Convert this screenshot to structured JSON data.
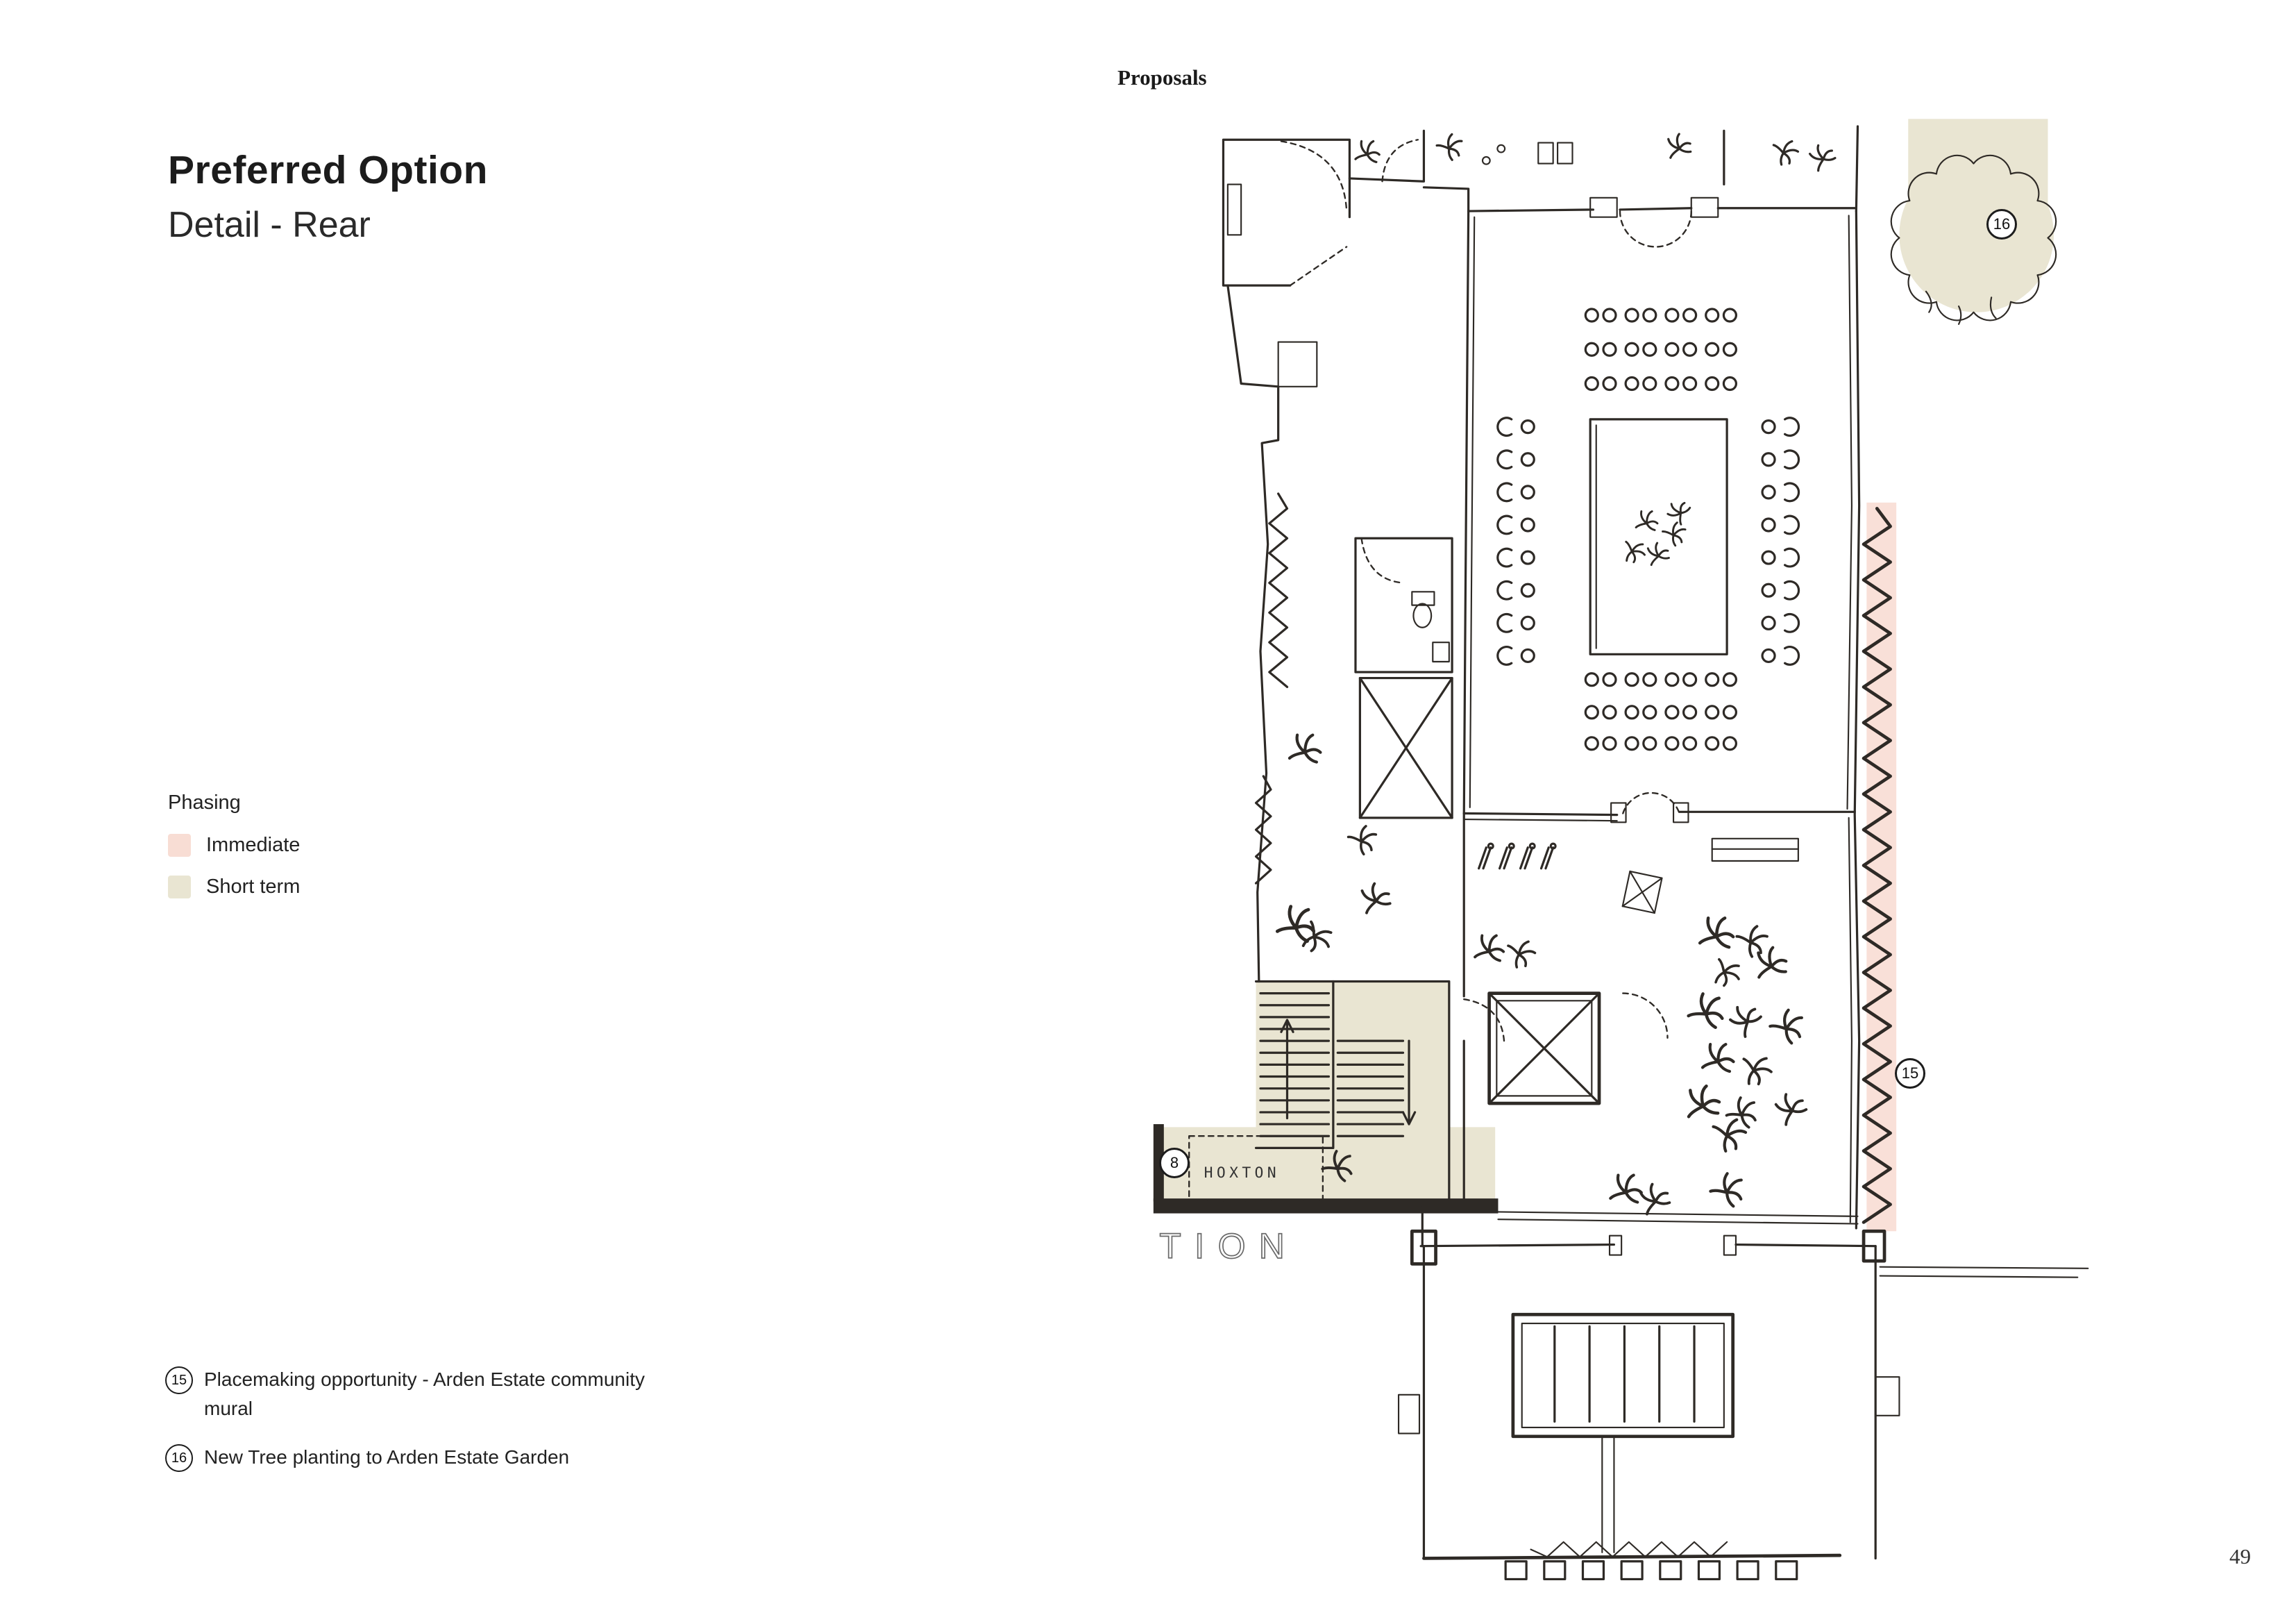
{
  "page": {
    "header": "Proposals",
    "number": "49"
  },
  "title": {
    "line1": "Preferred Option",
    "line2": "Detail - Rear"
  },
  "legend": {
    "title": "Phasing",
    "items": [
      {
        "label": "Immediate",
        "color": "#f8ddd4"
      },
      {
        "label": "Short term",
        "color": "#e9e5d2"
      }
    ]
  },
  "annotations": [
    {
      "number": "15",
      "text": "Placemaking opportunity - Arden Estate community mural"
    },
    {
      "number": "16",
      "text": "New Tree planting to Arden Estate Garden"
    }
  ],
  "plan": {
    "markers": [
      {
        "number": "8"
      },
      {
        "number": "15"
      },
      {
        "number": "16"
      }
    ],
    "labels": {
      "hoxton": "HOXTON",
      "station_partial": "TION"
    }
  }
}
